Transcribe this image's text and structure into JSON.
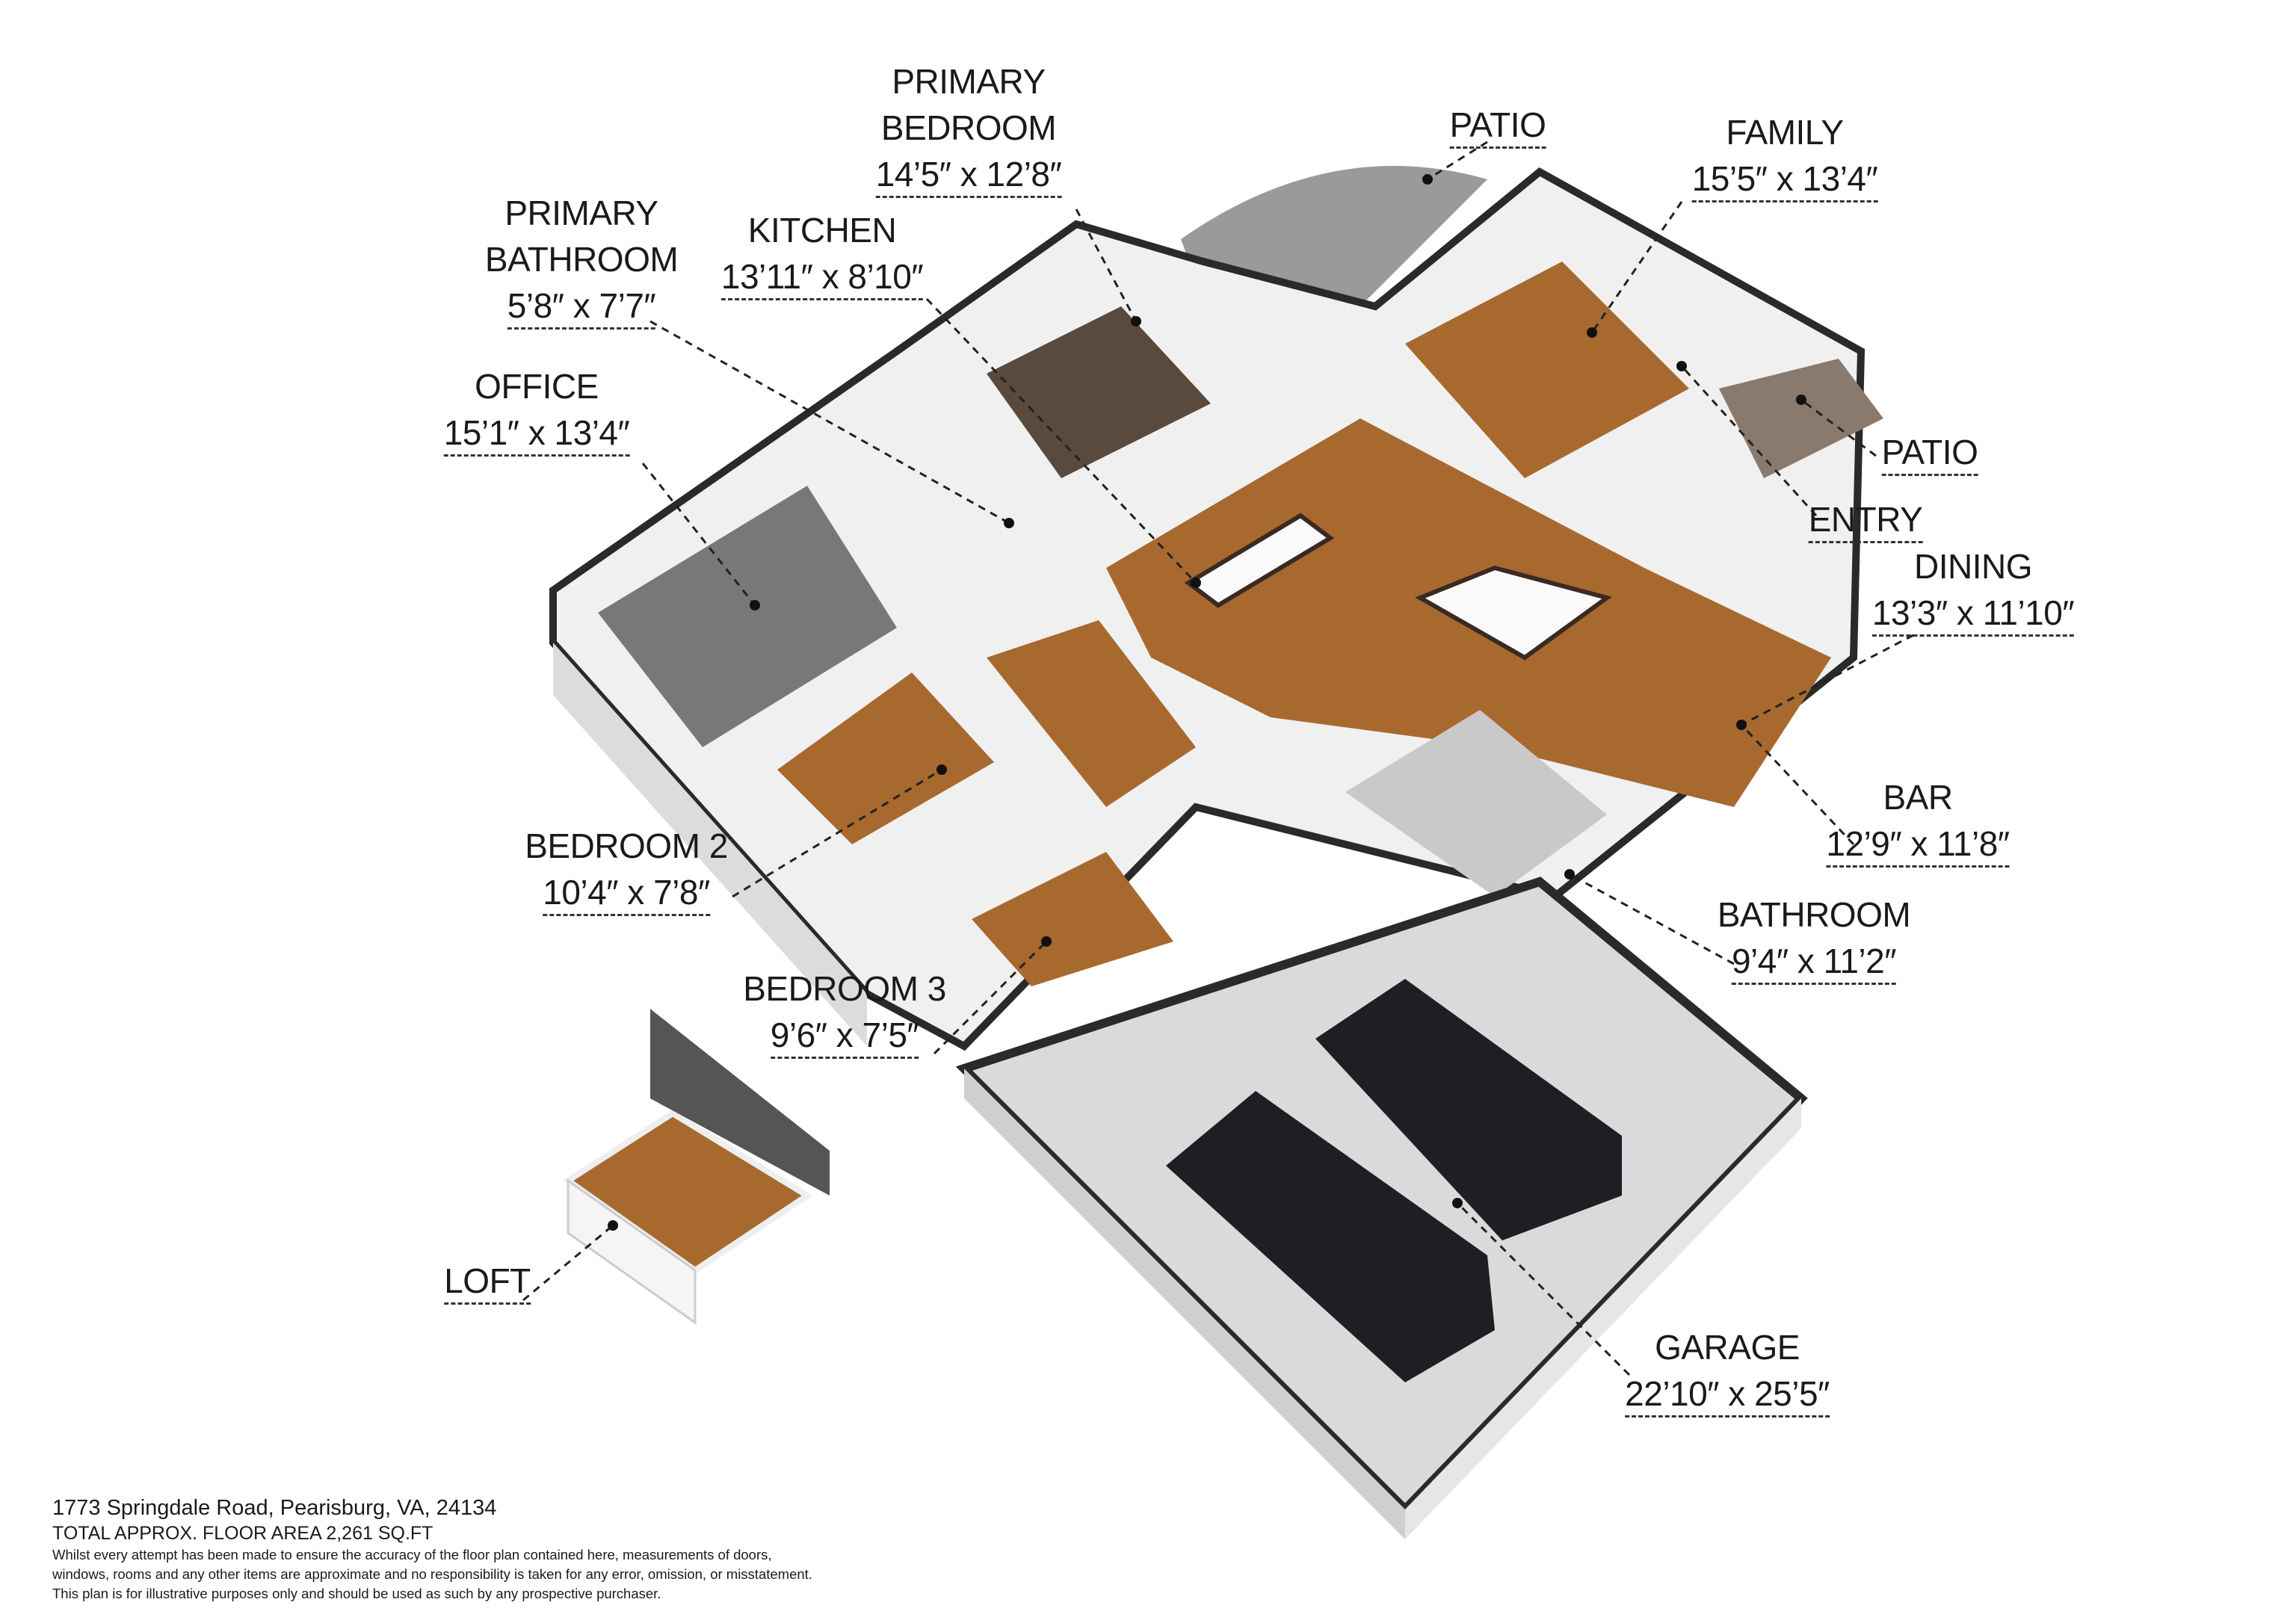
{
  "rooms": [
    {
      "id": "primary-bedroom",
      "name": "PRIMARY BEDROOM",
      "name_lines": [
        "PRIMARY",
        "BEDROOM"
      ],
      "dims": "14’5″ x 12’8″"
    },
    {
      "id": "patio-rear",
      "name": "PATIO",
      "dims": ""
    },
    {
      "id": "family",
      "name": "FAMILY",
      "dims": "15’5″ x 13’4″"
    },
    {
      "id": "primary-bathroom",
      "name": "PRIMARY BATHROOM",
      "name_lines": [
        "PRIMARY",
        "BATHROOM"
      ],
      "dims": "5’8″ x 7’7″"
    },
    {
      "id": "kitchen",
      "name": "KITCHEN",
      "dims": "13’11″ x 8’10″"
    },
    {
      "id": "office",
      "name": "OFFICE",
      "dims": "15’1″ x 13’4″"
    },
    {
      "id": "patio-side",
      "name": "PATIO",
      "dims": ""
    },
    {
      "id": "entry",
      "name": "ENTRY",
      "dims": ""
    },
    {
      "id": "dining",
      "name": "DINING",
      "dims": "13’3″ x 11’10″"
    },
    {
      "id": "bar",
      "name": "BAR",
      "dims": "12’9″ x 11’8″"
    },
    {
      "id": "bedroom-2",
      "name": "BEDROOM 2",
      "dims": "10’4″ x 7’8″"
    },
    {
      "id": "bathroom",
      "name": "BATHROOM",
      "dims": "9’4″ x 11’2″"
    },
    {
      "id": "bedroom-3",
      "name": "BEDROOM 3",
      "dims": "9’6″ x 7’5″"
    },
    {
      "id": "loft",
      "name": "LOFT",
      "dims": ""
    },
    {
      "id": "garage",
      "name": "GARAGE",
      "dims": "22’10″ x 25’5″"
    }
  ],
  "footer": {
    "address": "1773 Springdale Road, Pearisburg, VA, 24134",
    "total_area": "TOTAL APPROX. FLOOR AREA 2,261 SQ.FT",
    "disclaimer_lines": [
      "Whilst every attempt has been made to ensure the accuracy of the floor plan contained here, measurements of doors,",
      "windows, rooms and any other items are approximate and no responsibility is taken for any error, omission, or misstatement.",
      "This plan is for illustrative purposes only and should be used as such by any prospective purchaser."
    ]
  },
  "colors": {
    "wood": "#a8692f",
    "wall": "#e9e9e9",
    "wall_top": "#2a2a2a",
    "tile": "#7a7a7a",
    "garage_floor": "#d9d9d9",
    "car": "#1e1f24"
  }
}
